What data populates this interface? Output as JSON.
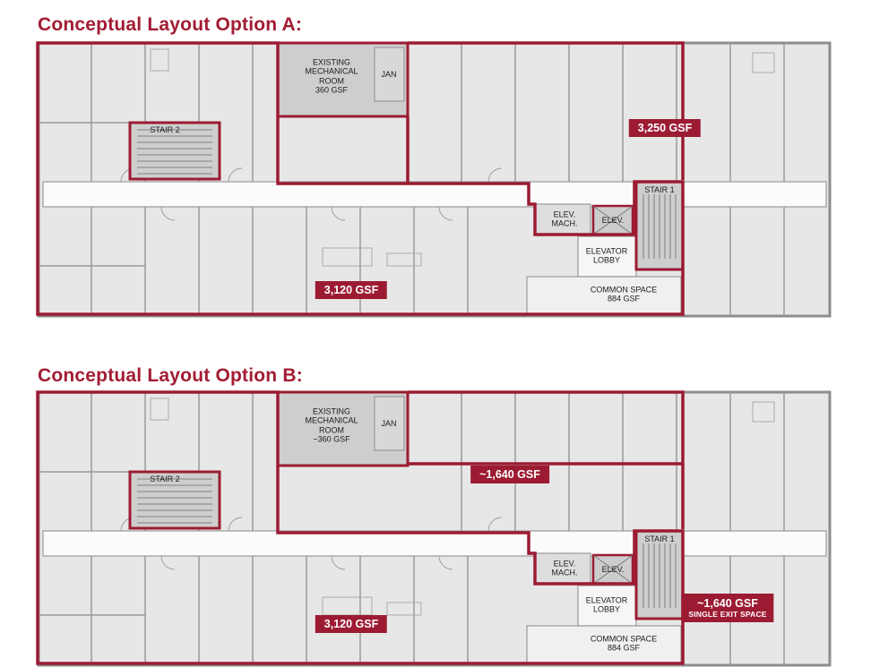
{
  "colors": {
    "accent": "#9c1b33",
    "wall_gray": "#8d8d8d",
    "room_fill": "#e7e7e7",
    "special_room_fill": "#cecece",
    "corridor_fill": "#fbfbfb"
  },
  "options": [
    {
      "id": "A",
      "title": "Conceptual Layout Option A:",
      "rooms": {
        "mech_room": "EXISTING\nMECHANICAL\nROOM\n360 GSF",
        "jan": "JAN",
        "stair2": "STAIR 2",
        "stair1": "STAIR 1",
        "elev_mach": "ELEV.\nMACH.",
        "elev": "ELEV.",
        "elevator_lobby": "ELEVATOR\nLOBBY",
        "common_space": "COMMON SPACE\n884 GSF"
      },
      "badges": {
        "top_right": "3,250 GSF",
        "bottom_left": "3,120 GSF"
      }
    },
    {
      "id": "B",
      "title": "Conceptual Layout Option B:",
      "rooms": {
        "mech_room": "EXISTING\nMECHANICAL\nROOM\n~360 GSF",
        "jan": "JAN",
        "stair2": "STAIR 2",
        "stair1": "STAIR 1",
        "elev_mach": "ELEV.\nMACH.",
        "elev": "ELEV.",
        "elevator_lobby": "ELEVATOR\nLOBBY",
        "common_space": "COMMON SPACE\n884 GSF"
      },
      "badges": {
        "top_center": "~1,640 GSF",
        "bottom_left": "3,120 GSF",
        "single_exit": "~1,640 GSF",
        "single_exit_sub": "SINGLE EXIT SPACE"
      }
    }
  ]
}
